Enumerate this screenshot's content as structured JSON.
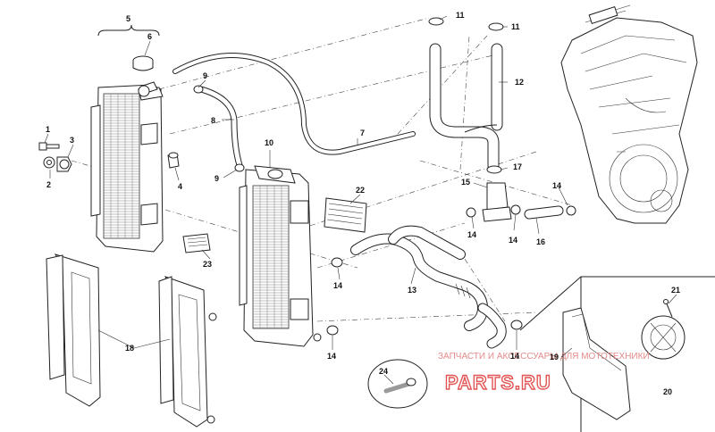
{
  "callouts": {
    "c1": "1",
    "c2": "2",
    "c3": "3",
    "c4": "4",
    "c5": "5",
    "c6": "6",
    "c7": "7",
    "c8": "8",
    "c9a": "9",
    "c9b": "9",
    "c10": "10",
    "c11a": "11",
    "c11b": "11",
    "c12": "12",
    "c13": "13",
    "c14a": "14",
    "c14b": "14",
    "c14c": "14",
    "c14d": "14",
    "c14e": "14",
    "c14f": "14",
    "c15": "15",
    "c16": "16",
    "c17": "17",
    "c18": "18",
    "c19": "19",
    "c20": "20",
    "c21": "21",
    "c22": "22",
    "c23": "23",
    "c24": "24"
  },
  "watermark": {
    "tagline": "ЗАПЧАСТИ И АКСЕССУАРЫ ДЛЯ МОТОТЕХНИКИ",
    "logo": "PARTS.RU"
  },
  "colors": {
    "ink": "#222222",
    "watermark": "#e35555",
    "background": "#ffffff"
  }
}
